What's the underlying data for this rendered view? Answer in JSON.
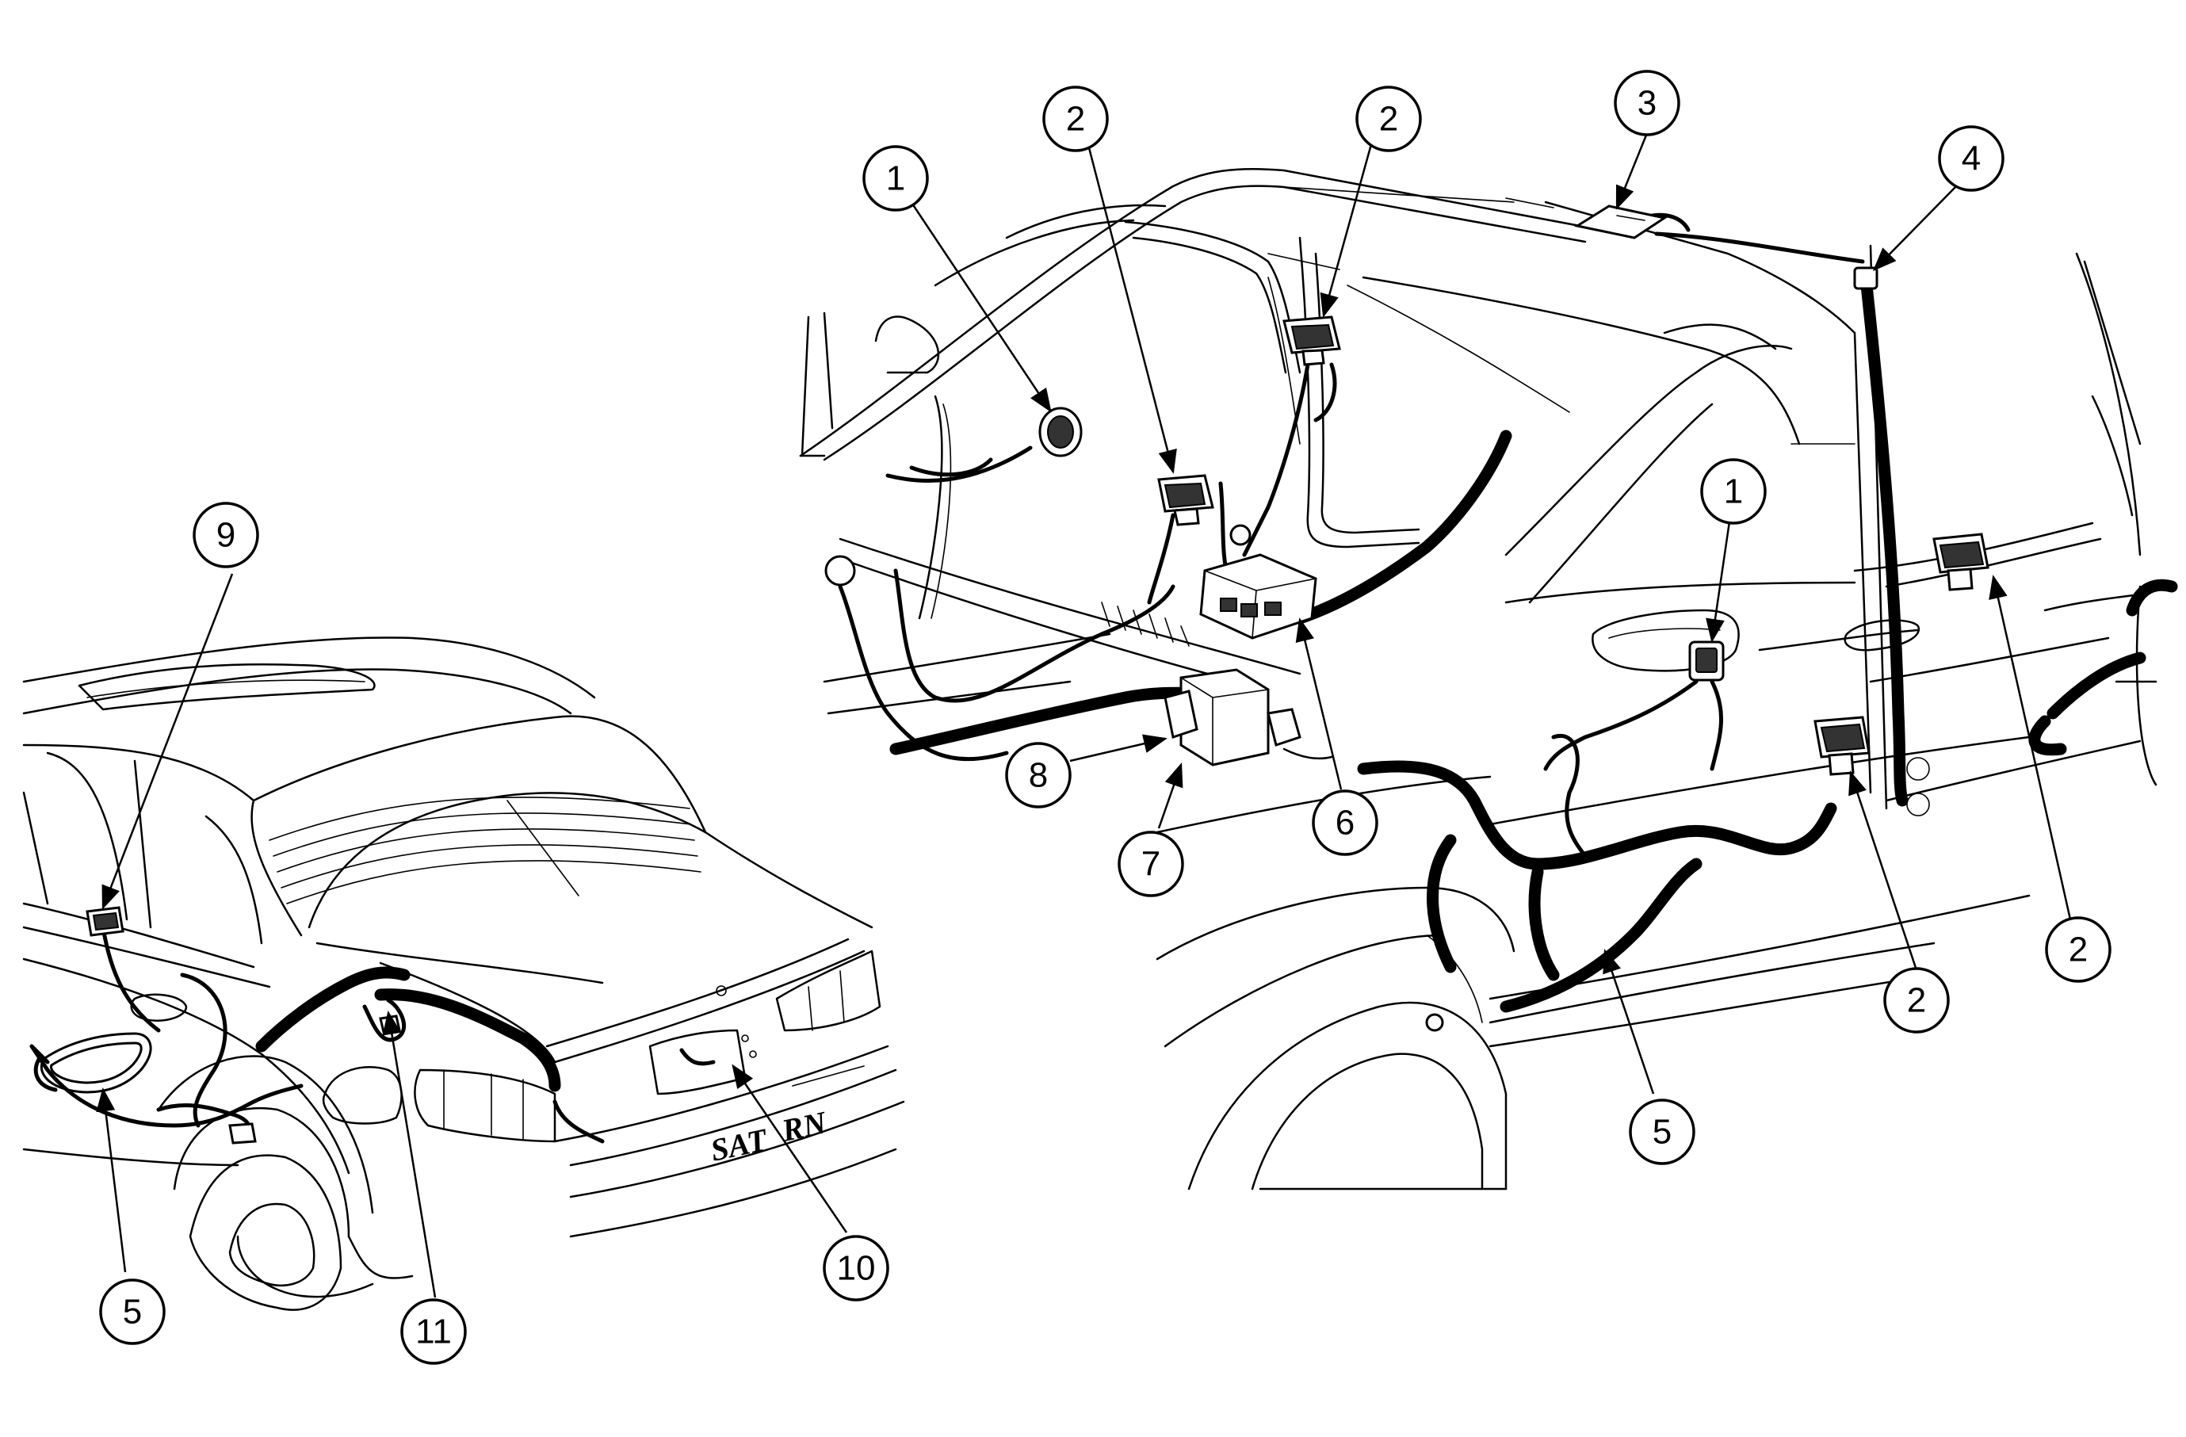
{
  "callouts": [
    {
      "id": "c1a",
      "label": "1"
    },
    {
      "id": "c2a",
      "label": "2"
    },
    {
      "id": "c2b",
      "label": "2"
    },
    {
      "id": "c3",
      "label": "3"
    },
    {
      "id": "c4",
      "label": "4"
    },
    {
      "id": "c1b",
      "label": "1"
    },
    {
      "id": "c2c",
      "label": "2"
    },
    {
      "id": "c2d",
      "label": "2"
    },
    {
      "id": "c5b",
      "label": "5"
    },
    {
      "id": "c6",
      "label": "6"
    },
    {
      "id": "c7",
      "label": "7"
    },
    {
      "id": "c8",
      "label": "8"
    },
    {
      "id": "c9",
      "label": "9"
    },
    {
      "id": "c5a",
      "label": "5"
    },
    {
      "id": "c11",
      "label": "11"
    },
    {
      "id": "c10",
      "label": "10"
    }
  ],
  "badge_text": {
    "left": "SAT",
    "right": "RN"
  }
}
